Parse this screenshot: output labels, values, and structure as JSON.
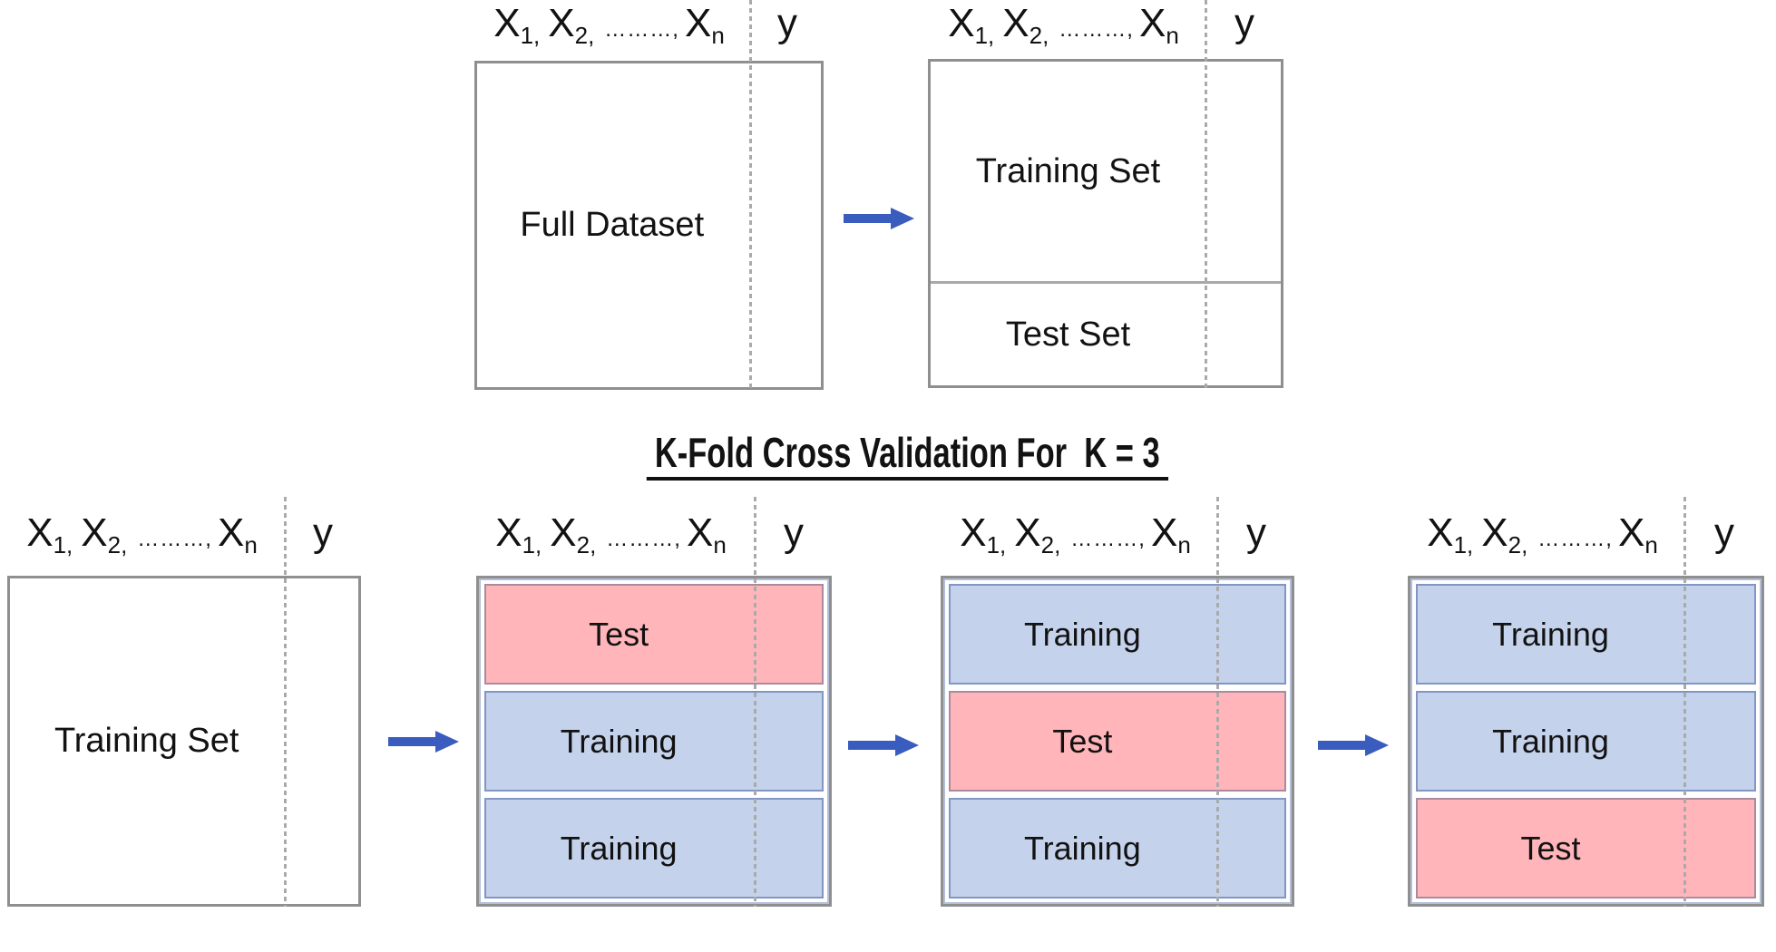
{
  "palette": {
    "arrow_blue": "#3a5cbe",
    "box_border_gray": "#8f8f8f",
    "pink_fill": "#ffb5b9",
    "pink_border": "#ab8a9e",
    "blue_fill": "#c5d2eb",
    "blue_border": "#8296c5",
    "divider_gray": "#a9a9a9",
    "dotted_gray": "#aaaaaa"
  },
  "column_header": {
    "x1": "X",
    "x1_sub": "1,",
    "x2": "X",
    "x2_sub": "2,",
    "dots": "………,",
    "xn": "X",
    "xn_sub": "n",
    "y_label": "y"
  },
  "title": "K-Fold Cross Validation For  K = 3",
  "top_row": {
    "full_dataset_label": "Full Dataset",
    "training_set_label": "Training Set",
    "test_set_label": "Test Set"
  },
  "bottom_row": {
    "training_set_label": "Training Set",
    "folds": [
      {
        "bands": [
          {
            "label": "Test",
            "type": "test"
          },
          {
            "label": "Training",
            "type": "train"
          },
          {
            "label": "Training",
            "type": "train"
          }
        ]
      },
      {
        "bands": [
          {
            "label": "Training",
            "type": "train"
          },
          {
            "label": "Test",
            "type": "test"
          },
          {
            "label": "Training",
            "type": "train"
          }
        ]
      },
      {
        "bands": [
          {
            "label": "Training",
            "type": "train"
          },
          {
            "label": "Training",
            "type": "train"
          },
          {
            "label": "Test",
            "type": "test"
          }
        ]
      }
    ]
  }
}
